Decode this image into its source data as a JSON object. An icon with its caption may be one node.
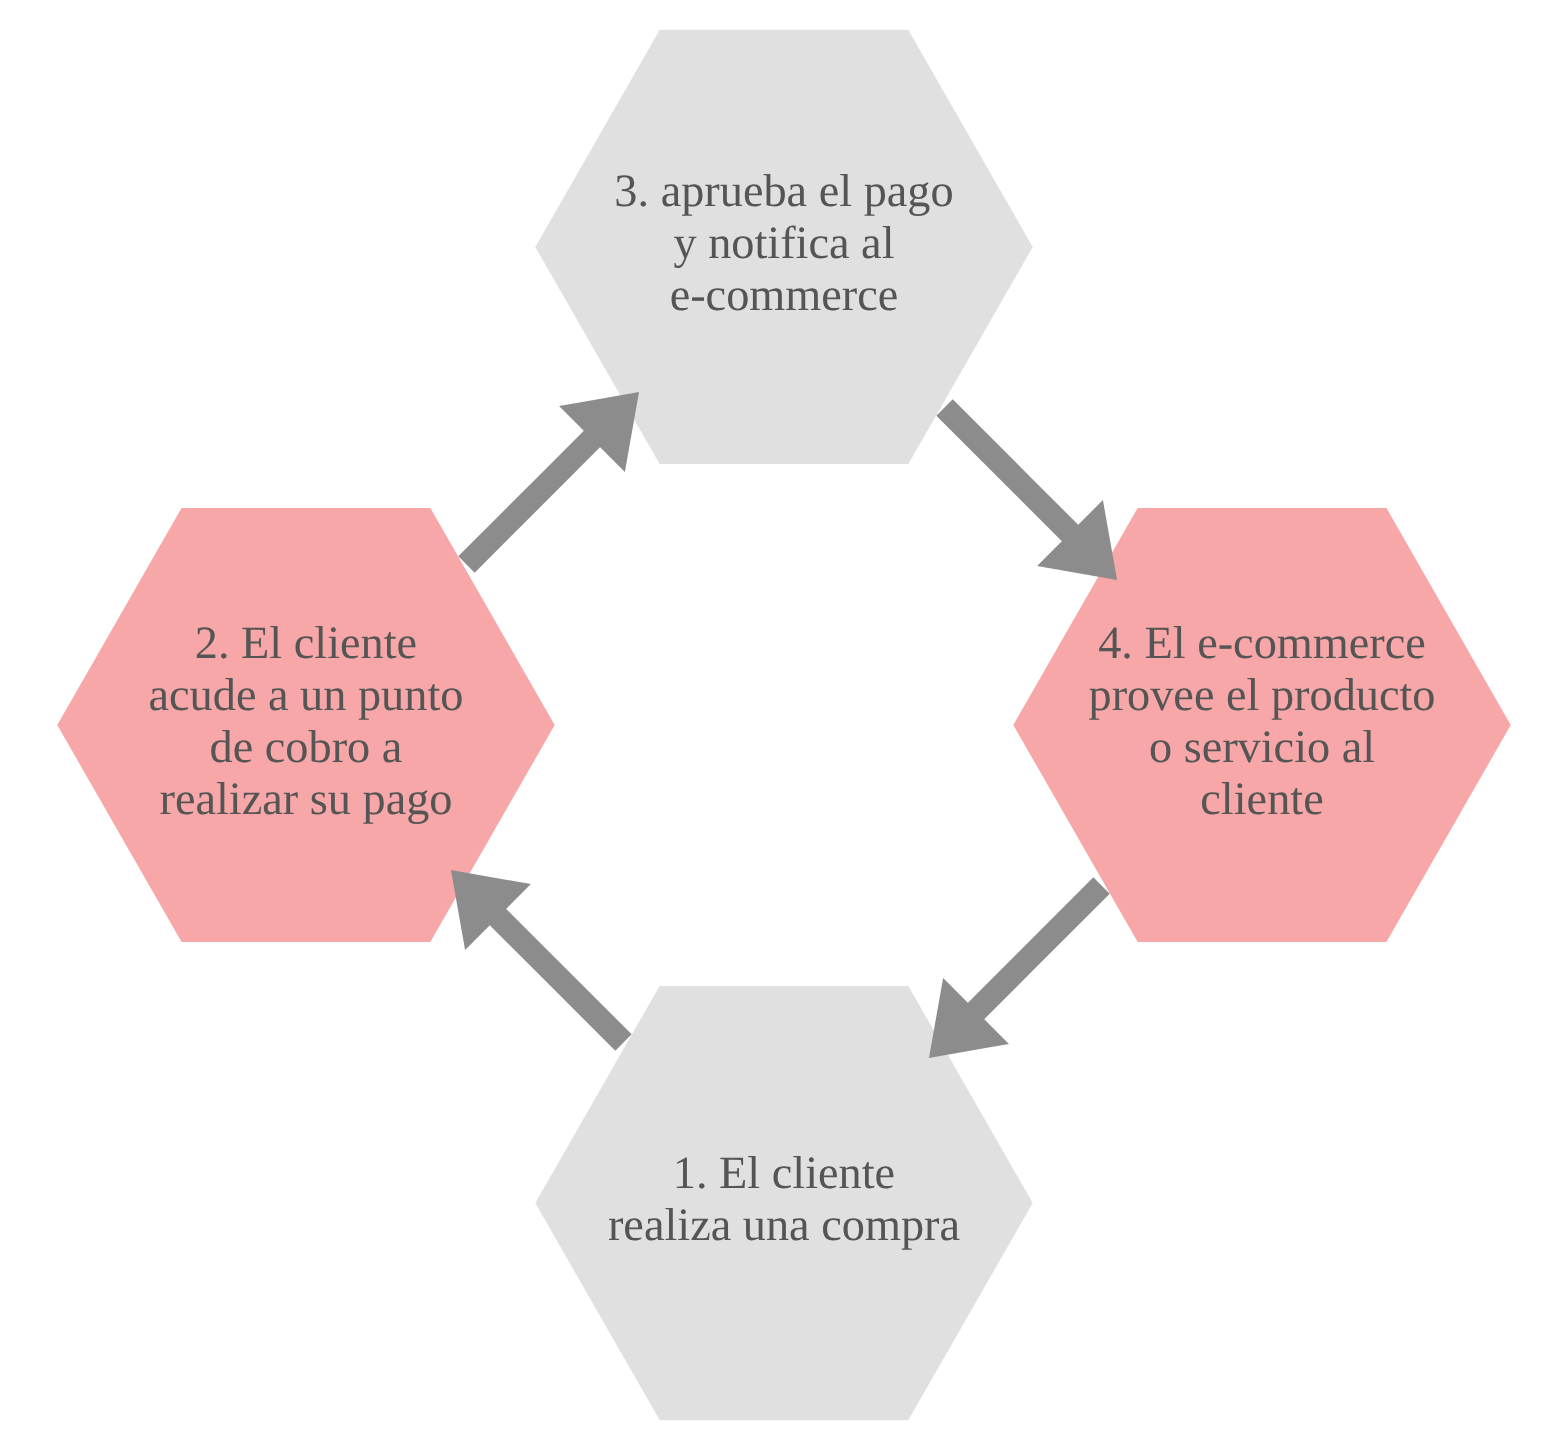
{
  "diagram": {
    "nodes": [
      {
        "text": [
          "1. El cliente realiza una compra"
        ]
      },
      {
        "text": [
          "2. El cliente acude a un punto de cobro a realizar su pago"
        ]
      },
      {
        "text": [
          "3. aprueba el pago y notifica al e-commerce"
        ]
      },
      {
        "text": [
          "4. El e-commerce provee el producto o servicio al cliente"
        ]
      }
    ],
    "edges": [
      {
        "from": 0,
        "to": 1,
        "arrow": "to"
      },
      {
        "from": 1,
        "to": 2,
        "arrow": "to"
      },
      {
        "from": 2,
        "to": 3,
        "arrow": "to"
      },
      {
        "from": 3,
        "to": 0,
        "arrow": "to"
      }
    ]
  }
}
